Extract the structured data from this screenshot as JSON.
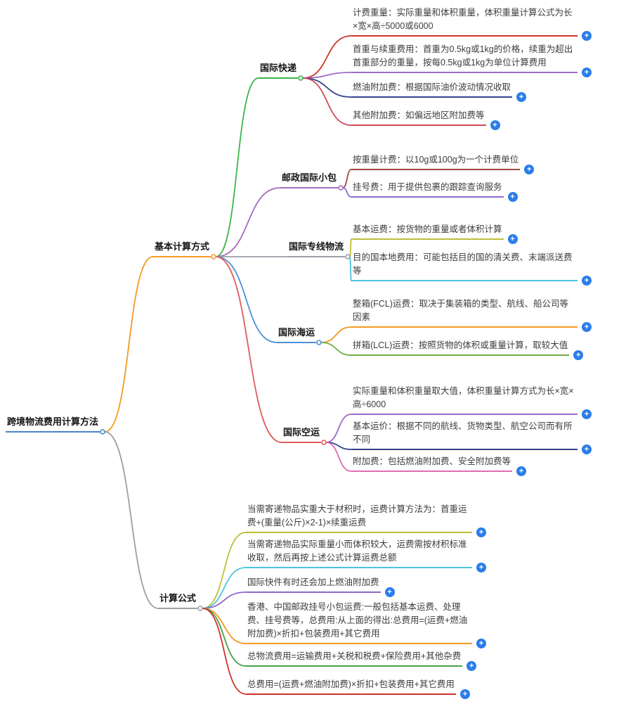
{
  "mindmap": {
    "root": {
      "label": "跨境物流费用计算方法"
    },
    "basic": {
      "label": "基本计算方式",
      "children": [
        {
          "label": "国际快递",
          "leaves": [
            "计费重量：实际重量和体积重量，体积重量计算公式为长×宽×高÷5000或6000",
            "首重与续重费用：首重为0.5kg或1kg的价格，续重为超出首重部分的重量，按每0.5kg或1kg为单位计算费用",
            "燃油附加费：根据国际油价波动情况收取",
            "其他附加费：如偏远地区附加费等"
          ]
        },
        {
          "label": "邮政国际小包",
          "leaves": [
            "按重量计费：以10g或100g为一个计费单位",
            "挂号费：用于提供包裹的跟踪查询服务"
          ]
        },
        {
          "label": "国际专线物流",
          "leaves": [
            "基本运费：按货物的重量或者体积计算",
            "目的国本地费用：可能包括目的国的清关费、末端派送费等"
          ]
        },
        {
          "label": "国际海运",
          "leaves": [
            "整箱(FCL)运费：取决于集装箱的类型、航线、船公司等因素",
            "拼箱(LCL)运费：按照货物的体积或重量计算，取较大值"
          ]
        },
        {
          "label": "国际空运",
          "leaves": [
            "实际重量和体积重量取大值，体积重量计算方式为长×宽×高÷6000",
            "基本运价：根据不同的航线、货物类型、航空公司而有所不同",
            "附加费：包括燃油附加费、安全附加费等"
          ]
        }
      ]
    },
    "formula": {
      "label": "计算公式",
      "leaves": [
        "当需寄递物品实重大于材积时，运费计算方法为：首重运费+(重量(公斤)×2-1)×续重运费",
        "当需寄递物品实际重量小而体积较大，运费需按材积标准收取，然后再按上述公式计算运费总额",
        "国际快件有时还会加上燃油附加费",
        "香港、中国邮政挂号小包运费:一般包括基本运费、处理费、挂号费等，总费用:从上面的得出:总费用=(运费+燃油附加费)×折扣+包装费用+其它费用",
        "总物流费用=运输费用+关税和税费+保险费用+其他杂费",
        "总费用=(运费+燃油附加费)×折扣+包装费用+其它费用"
      ]
    }
  },
  "icons": {
    "expander": "+"
  },
  "colors": {
    "expander_blue": "#2b7de9",
    "root_blue": "#4a86c8",
    "branch_orange": "#f59a23",
    "branch_gray": "#9aa0a6",
    "branch_green": "#3cb54a",
    "branch_purple": "#a66bbe",
    "branch_blue": "#4a90d9",
    "branch_red": "#e05c5c",
    "leaf_red": "#d0342c",
    "leaf_violet": "#9b6bc9",
    "leaf_navy": "#33418a",
    "leaf_crimson": "#d04a5a",
    "leaf_maroon": "#9e4b3c",
    "leaf_purple": "#8e6ac8",
    "leaf_olive": "#bcbf3a",
    "leaf_cyan": "#4ec3e0",
    "leaf_orange": "#f59a23",
    "leaf_green": "#6fae45",
    "leaf_pink": "#e06bb5",
    "leaf_dark_green": "#43a047"
  }
}
